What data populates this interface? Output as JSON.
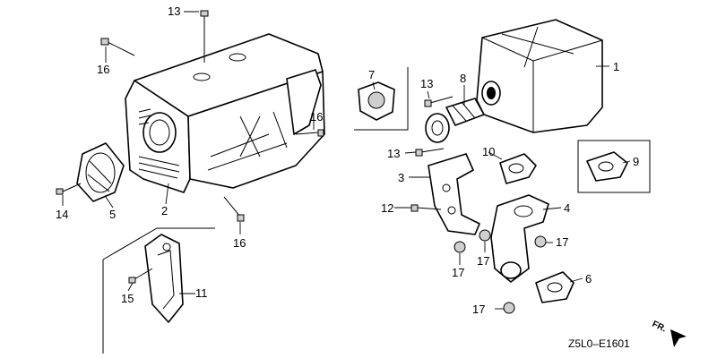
{
  "callouts": [
    "13",
    "16",
    "16",
    "14",
    "5",
    "2",
    "16",
    "11",
    "15",
    "7",
    "13",
    "8",
    "1",
    "13",
    "3",
    "10",
    "9",
    "12",
    "4",
    "17",
    "17",
    "17",
    "6",
    "17"
  ],
  "diagram_code": "Z5L0–E1601",
  "direction_label": "FR."
}
